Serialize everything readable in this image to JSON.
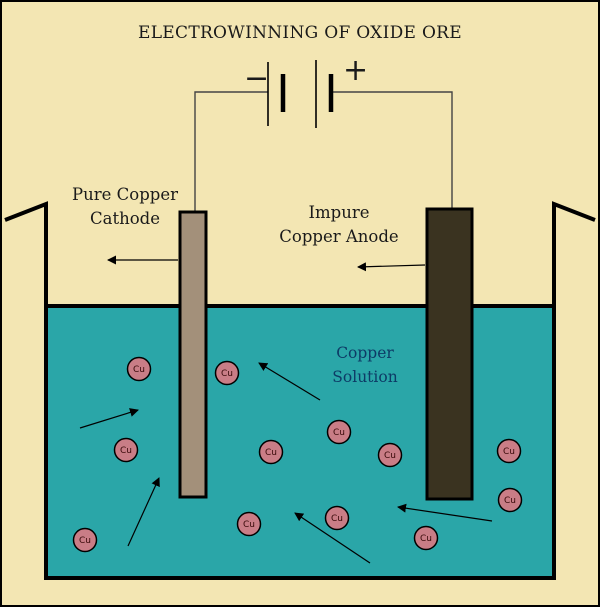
{
  "title": "ELECTROWINNING OF OXIDE ORE",
  "battery": {
    "negative_sign": "−",
    "positive_sign": "+"
  },
  "cathode": {
    "line1": "Pure Copper",
    "line2": "Cathode"
  },
  "anode": {
    "line1": "Impure",
    "line2": "Copper Anode"
  },
  "solution": {
    "line1": "Copper",
    "line2": "Solution"
  },
  "ion_label": "Cu",
  "colors": {
    "background": "#f3e6b3",
    "solution": "#2aa6a8",
    "cathode": "#a3907a",
    "anode": "#3a3320",
    "ion": "#c97d86"
  }
}
